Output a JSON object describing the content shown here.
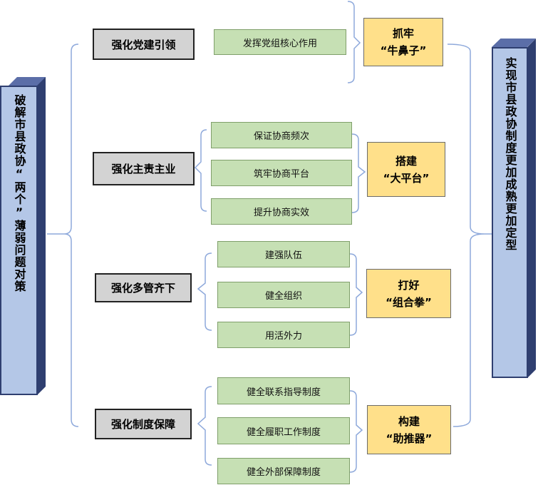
{
  "left_title": "破解市县政协“两个”薄弱问题对策",
  "right_title": "实现市县政协制度更加成熟更加定型",
  "strategies": [
    {
      "label": "强化党建引领",
      "measures": [
        "发挥党组核心作用"
      ],
      "outcome": [
        "抓牢",
        "“牛鼻子”"
      ]
    },
    {
      "label": "强化主责主业",
      "measures": [
        "保证协商频次",
        "筑牢协商平台",
        "提升协商实效"
      ],
      "outcome": [
        "搭建",
        "“大平台”"
      ]
    },
    {
      "label": "强化多管齐下",
      "measures": [
        "建强队伍",
        "健全组织",
        "用活外力"
      ],
      "outcome": [
        "打好",
        "“组合拳”"
      ]
    },
    {
      "label": "强化制度保障",
      "measures": [
        "健全联系指导制度",
        "健全履职工作制度",
        "健全外部保障制度"
      ],
      "outcome": [
        "构建",
        "“助推器”"
      ]
    }
  ],
  "colors": {
    "connector": "#8ea9db",
    "strategy_fill": "#d3d3d3",
    "measure_fill": "#c6e0b4",
    "outcome_fill": "#ffe08a",
    "side_fill": "#b4c7e7",
    "side_dark": "#2f3f70"
  }
}
